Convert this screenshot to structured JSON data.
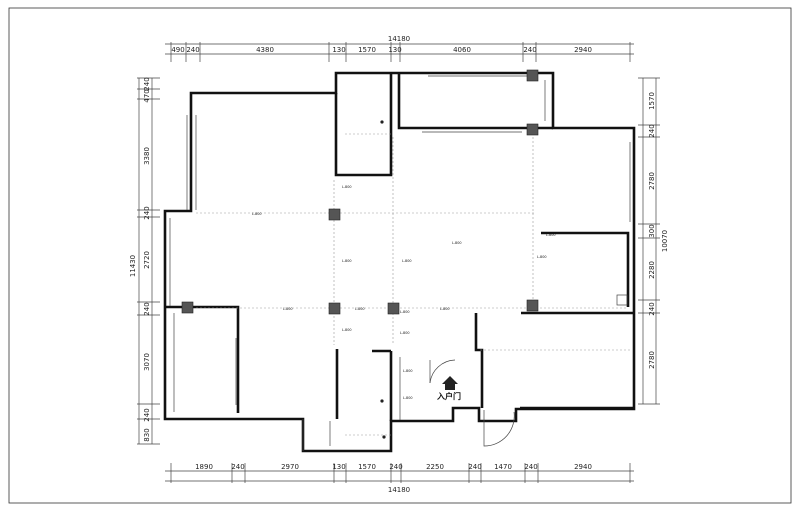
{
  "dimensions": {
    "top": {
      "total": "14180",
      "segments": [
        "490",
        "240",
        "4380",
        "130",
        "1570",
        "130",
        "4060",
        "240",
        "2940"
      ]
    },
    "bottom": {
      "total": "14180",
      "segments": [
        "1890",
        "240",
        "2970",
        "130",
        "1570",
        "240",
        "2250",
        "240",
        "1470",
        "240",
        "2940"
      ]
    },
    "left": {
      "total": "11430",
      "segments": [
        "240",
        "470",
        "3380",
        "240",
        "2720",
        "240",
        "3070",
        "240",
        "830"
      ]
    },
    "right": {
      "total": "10070",
      "segments": [
        "1570",
        "240",
        "2780",
        "300",
        "2280",
        "240",
        "2780"
      ]
    }
  },
  "labels": {
    "entrance": "入户门",
    "room_codes": [
      "L-800",
      "L-800",
      "L-800",
      "L-800",
      "L-800",
      "L-800",
      "L-800",
      "L-800",
      "L-800",
      "L-800",
      "L-800",
      "L-800",
      "L-800",
      "L-800",
      "L-800"
    ]
  }
}
